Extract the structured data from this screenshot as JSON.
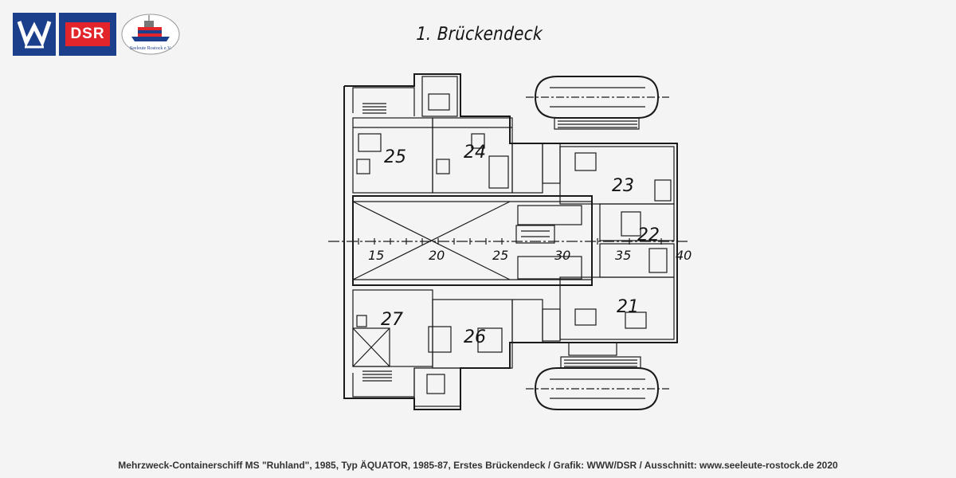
{
  "title": "1. Brückendeck",
  "logos": {
    "vw_icon": "vw-emblem-icon",
    "dsr_text": "DSR",
    "seeleute_text": "Seeleute Rostock e.V."
  },
  "room_numbers": [
    "25",
    "24",
    "23",
    "22",
    "21",
    "27",
    "26"
  ],
  "frame_scale": [
    "15",
    "20",
    "25",
    "30",
    "35",
    "40"
  ],
  "caption": "Mehrzweck-Containerschiff MS \"Ruhland\", 1985, Typ ÄQUATOR, 1985-87, Erstes Brückendeck / Grafik: WWW/DSR / Ausschnitt: www.seeleute-rostock.de 2020",
  "colors": {
    "line": "#1a1a1a",
    "paper": "#f4f4f4",
    "dsr_blue": "#1c3f8c",
    "dsr_red": "#e1252b"
  }
}
